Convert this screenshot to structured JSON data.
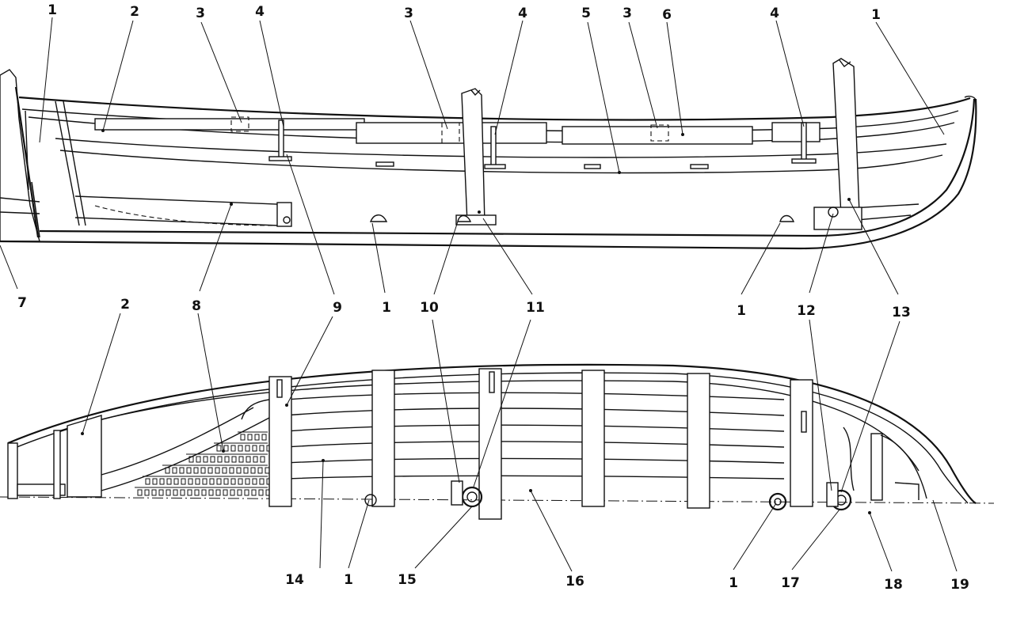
{
  "drawing": {
    "style": "black line drawing on white",
    "views": [
      "profile",
      "plan"
    ],
    "callouts": {
      "profile_top": [
        "1",
        "2",
        "3",
        "4",
        "3",
        "4",
        "5",
        "3",
        "6",
        "4",
        "1"
      ],
      "profile_bottom": [
        "7",
        "8",
        "9",
        "1",
        "10",
        "11",
        "1",
        "12",
        "13"
      ],
      "plan_top": [
        "2",
        "8",
        "9",
        "10",
        "11",
        "12",
        "13"
      ],
      "plan_bottom": [
        "14",
        "1",
        "15",
        "16",
        "1",
        "17",
        "18",
        "19"
      ]
    }
  }
}
